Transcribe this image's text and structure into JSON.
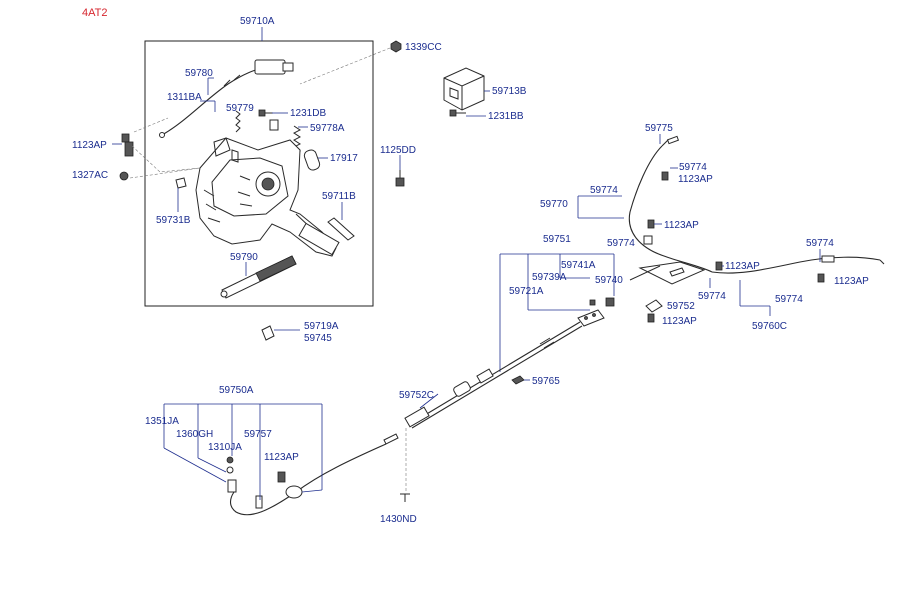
{
  "diagram": {
    "corner_tag": "4AT2",
    "labels": {
      "l_59710A": "59710A",
      "l_1339CC": "1339CC",
      "l_59780": "59780",
      "l_1311BA": "1311BA",
      "l_59779": "59779",
      "l_1231DB": "1231DB",
      "l_59778A": "59778A",
      "l_1123AP_a": "1123AP",
      "l_17917": "17917",
      "l_1327AC": "1327AC",
      "l_59711B": "59711B",
      "l_59731B": "59731B",
      "l_59790": "59790",
      "l_59713B": "59713B",
      "l_1231BB": "1231BB",
      "l_1125DD": "1125DD",
      "l_59719A": "59719A",
      "l_59745": "59745",
      "l_59775": "59775",
      "l_59774_a": "59774",
      "l_1123AP_b": "1123AP",
      "l_59774_b": "59774",
      "l_59770": "59770",
      "l_1123AP_c": "1123AP",
      "l_59751": "59751",
      "l_59774_c": "59774",
      "l_59741A": "59741A",
      "l_1123AP_d": "1123AP",
      "l_59774_d": "59774",
      "l_59739A": "59739A",
      "l_59740": "59740",
      "l_1123AP_e": "1123AP",
      "l_59721A": "59721A",
      "l_59774_e": "59774",
      "l_59774_f": "59774",
      "l_59752_a": "59752",
      "l_1123AP_f": "1123AP",
      "l_59760C": "59760C",
      "l_59765": "59765",
      "l_59752C": "59752C",
      "l_59750A": "59750A",
      "l_1351JA": "1351JA",
      "l_1360GH": "1360GH",
      "l_1310JA": "1310JA",
      "l_59757": "59757",
      "l_1123AP_g": "1123AP",
      "l_1430ND": "1430ND"
    }
  }
}
